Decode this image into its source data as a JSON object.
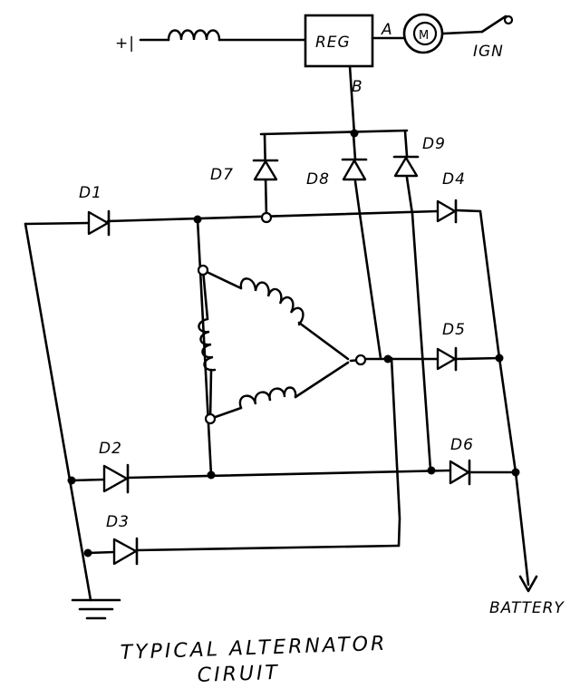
{
  "diagram": {
    "title_line1": "TYPICAL ALTERNATOR",
    "title_line2": "CIRUIT",
    "labels": {
      "battery_symbol": "+|",
      "reg": "REG",
      "terminal_a": "A",
      "lamp": "M",
      "ign": "IGN",
      "terminal_b": "B",
      "d1": "D1",
      "d2": "D2",
      "d3": "D3",
      "d4": "D4",
      "d5": "D5",
      "d6": "D6",
      "d7": "D7",
      "d8": "D8",
      "d9": "D9",
      "battery": "BATTERY"
    }
  }
}
